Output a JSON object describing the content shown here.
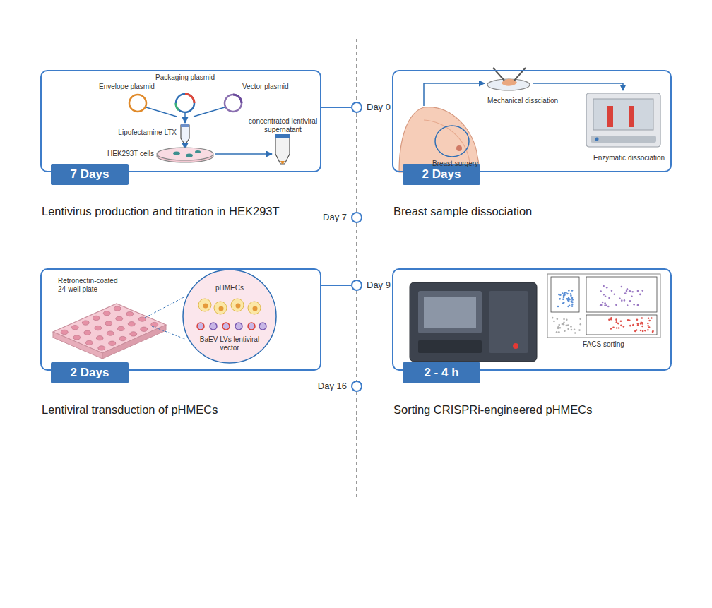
{
  "diagram": {
    "nodes": [
      {
        "text": [
          "Lentivirus production and titration in HEK293T"
        ]
      },
      {
        "text": [
          "7 Days"
        ],
        "in": 0
      },
      {
        "text": [
          "Day 0"
        ]
      },
      {
        "text": [
          "Breast sample dissociation"
        ]
      },
      {
        "text": [
          "2 Days"
        ],
        "in": 3
      },
      {
        "text": [
          "Day 7"
        ]
      },
      {
        "text": [
          "Day 9"
        ]
      },
      {
        "text": [
          "Lentiviral transduction of pHMECs"
        ]
      },
      {
        "text": [
          "2 Days"
        ],
        "in": 7
      },
      {
        "text": [
          "Day 16"
        ]
      },
      {
        "text": [
          "Sorting CRISPRi-engineered pHMECs"
        ]
      },
      {
        "text": [
          "2 - 4 h"
        ],
        "in": 10
      }
    ],
    "edges": [
      {
        "from": 0,
        "to": 2,
        "arrow": "none"
      },
      {
        "from": 7,
        "to": 6,
        "arrow": "none"
      },
      {
        "from": 2,
        "to": 5,
        "arrow": "none"
      },
      {
        "from": 5,
        "to": 6,
        "arrow": "none"
      },
      {
        "from": 6,
        "to": 9,
        "arrow": "none"
      }
    ],
    "labels": [
      "Packaging plasmid",
      "Envelope plasmid",
      "Vector plasmid",
      "Lipofectamine LTX",
      "HEK293T cells",
      "concentrated lentiviral supernatant",
      "Mechanical dissciation",
      "Breast surgery",
      "Enzymatic dissociation",
      "Retronectin-coated 24-well plate",
      "pHMECs",
      "BaEV-LVs lentiviral vector",
      "FACS sorting"
    ]
  }
}
